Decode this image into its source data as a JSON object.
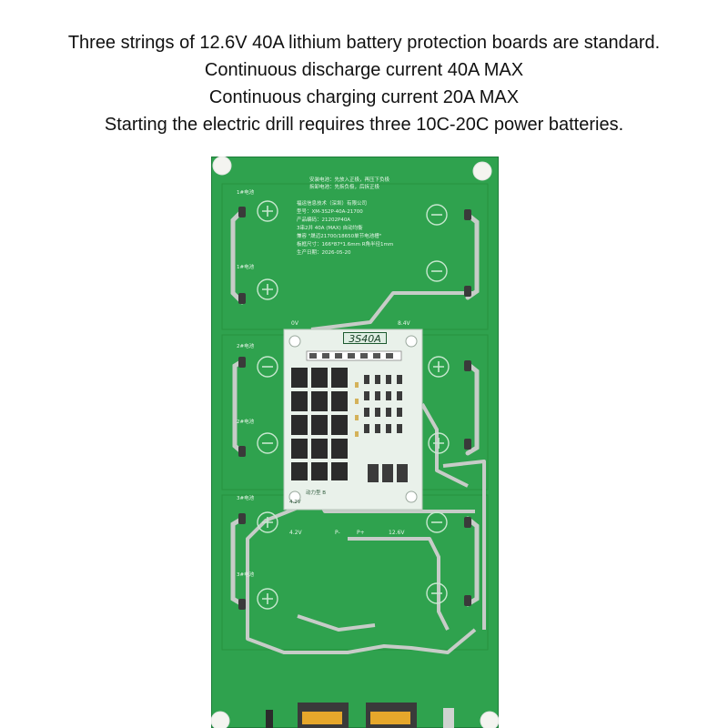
{
  "caption": {
    "line1": "Three strings of 12.6V 40A lithium battery protection boards are standard.",
    "line2": "Continuous discharge current 40A MAX",
    "line3": "Continuous charging current 20A MAX",
    "line4": "Starting the electric drill requires three 10C-20C power batteries."
  },
  "board": {
    "colors": {
      "pcb": "#2fa24e",
      "pcb_dark": "#1f7d3a",
      "trace": "#c7ccc8",
      "bms": "#e9f1ea",
      "mosfet": "#2b2b2b",
      "white_pad": "#f4f4f0"
    },
    "silkscreen": {
      "install_notes": [
        "安装电池：先放入正极，再压下负极",
        "拆卸电池：先拆负极，后拆正极"
      ],
      "maker_block": [
        "福运信息技术（深圳）有限公司",
        "型号：XM-3S2P-40A-21700",
        "产品编码：21202P40A",
        "3串2并 40A (MAX) 自动均衡",
        "兼容 \"晟迈21700/18650单节电池槽\"",
        "板框尺寸：166*87*1.6mm R角半径1mm",
        "生产日期：2026-05-20"
      ],
      "cell_labels": [
        "1#电池",
        "1#电池",
        "2#电池",
        "2#电池",
        "3#电池",
        "3#电池"
      ],
      "bms_title": "3S40A",
      "pin_labels": [
        "0V",
        "8.4V",
        "4.2V",
        "P-",
        "P+",
        "12.6V"
      ],
      "bms_notes": [
        "动力型 B",
        "4.2V"
      ]
    },
    "icons": [
      "plus-pad-icon",
      "minus-pad-icon",
      "mounting-hole-icon",
      "balance-connector-icon"
    ]
  }
}
